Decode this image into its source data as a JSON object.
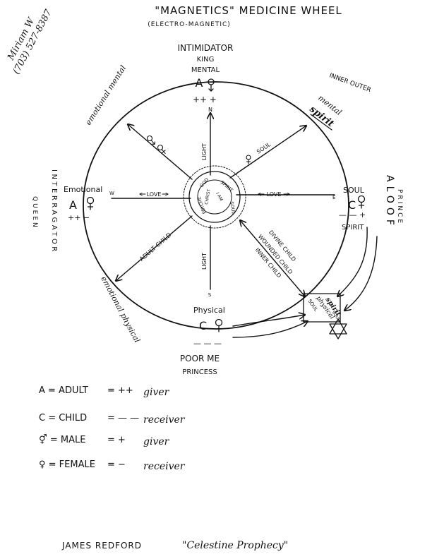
{
  "header": {
    "title": "\"MAGNETICS\"  MEDICINE  WHEEL",
    "subtitle": "(ELECTRO-MAGNETIC)"
  },
  "handwritten_contact": {
    "name": "Miriam W",
    "phone": "(703) 527-8387"
  },
  "top_node": {
    "role": "INTIMIDATOR",
    "title": "KING",
    "aspect": "MENTAL",
    "symbol": "A",
    "signs": "++ +",
    "direction": "N"
  },
  "left_node": {
    "aspect": "Emotional",
    "symbol": "A",
    "signs": "++ −",
    "direction": "W",
    "role_vertical": "INTERRAGATOR",
    "title_vertical": "QUEEN"
  },
  "right_node": {
    "aspect": "SOUL",
    "symbol": "C",
    "signs": "— — +",
    "sub_label": "SPIRIT",
    "direction": "E",
    "role_vertical": "ALOOF",
    "title_vertical": "PRINCE"
  },
  "bottom_node": {
    "aspect": "Physical",
    "symbol": "C",
    "signs": "— — —",
    "direction": "S",
    "role": "POOR ME",
    "title": "PRINCESS"
  },
  "corner_labels": {
    "top_right": "INNER OUTER",
    "arc_top_left": "emotional mental",
    "arc_top_right_1": "mental",
    "arc_top_right_2": "spirit",
    "arc_bottom_left": "emotional physical"
  },
  "spoke_labels": {
    "north": "LIGHT",
    "south": "LIGHT",
    "west": "LOVE",
    "east": "LOVE",
    "southwest": "ADULT CHILD",
    "northeast": "SOUL",
    "southeast_1": "DIVINE CHILD",
    "southeast_2": "WOUNDED CHILD",
    "southeast_3": "INNER CHILD"
  },
  "center_words": [
    "SPIRIT",
    "SOUL",
    "PSYCHE",
    "GOD",
    "CHRIST",
    "I AM"
  ],
  "corner_box_words": [
    "SOUL",
    "physical",
    "spirit",
    "SOUL"
  ],
  "legend": [
    {
      "term": "A = ADULT",
      "sign": "= ++",
      "meaning": "giver"
    },
    {
      "term": "C = CHILD",
      "sign": "= — —",
      "meaning": "receiver"
    },
    {
      "term": "⚥ = MALE",
      "sign": "= +",
      "meaning": "giver"
    },
    {
      "term": "♀ = FEMALE",
      "sign": "= −",
      "meaning": "receiver"
    }
  ],
  "footer": {
    "author": "JAMES  REDFORD",
    "work": "\"Celestine Prophecy\""
  }
}
